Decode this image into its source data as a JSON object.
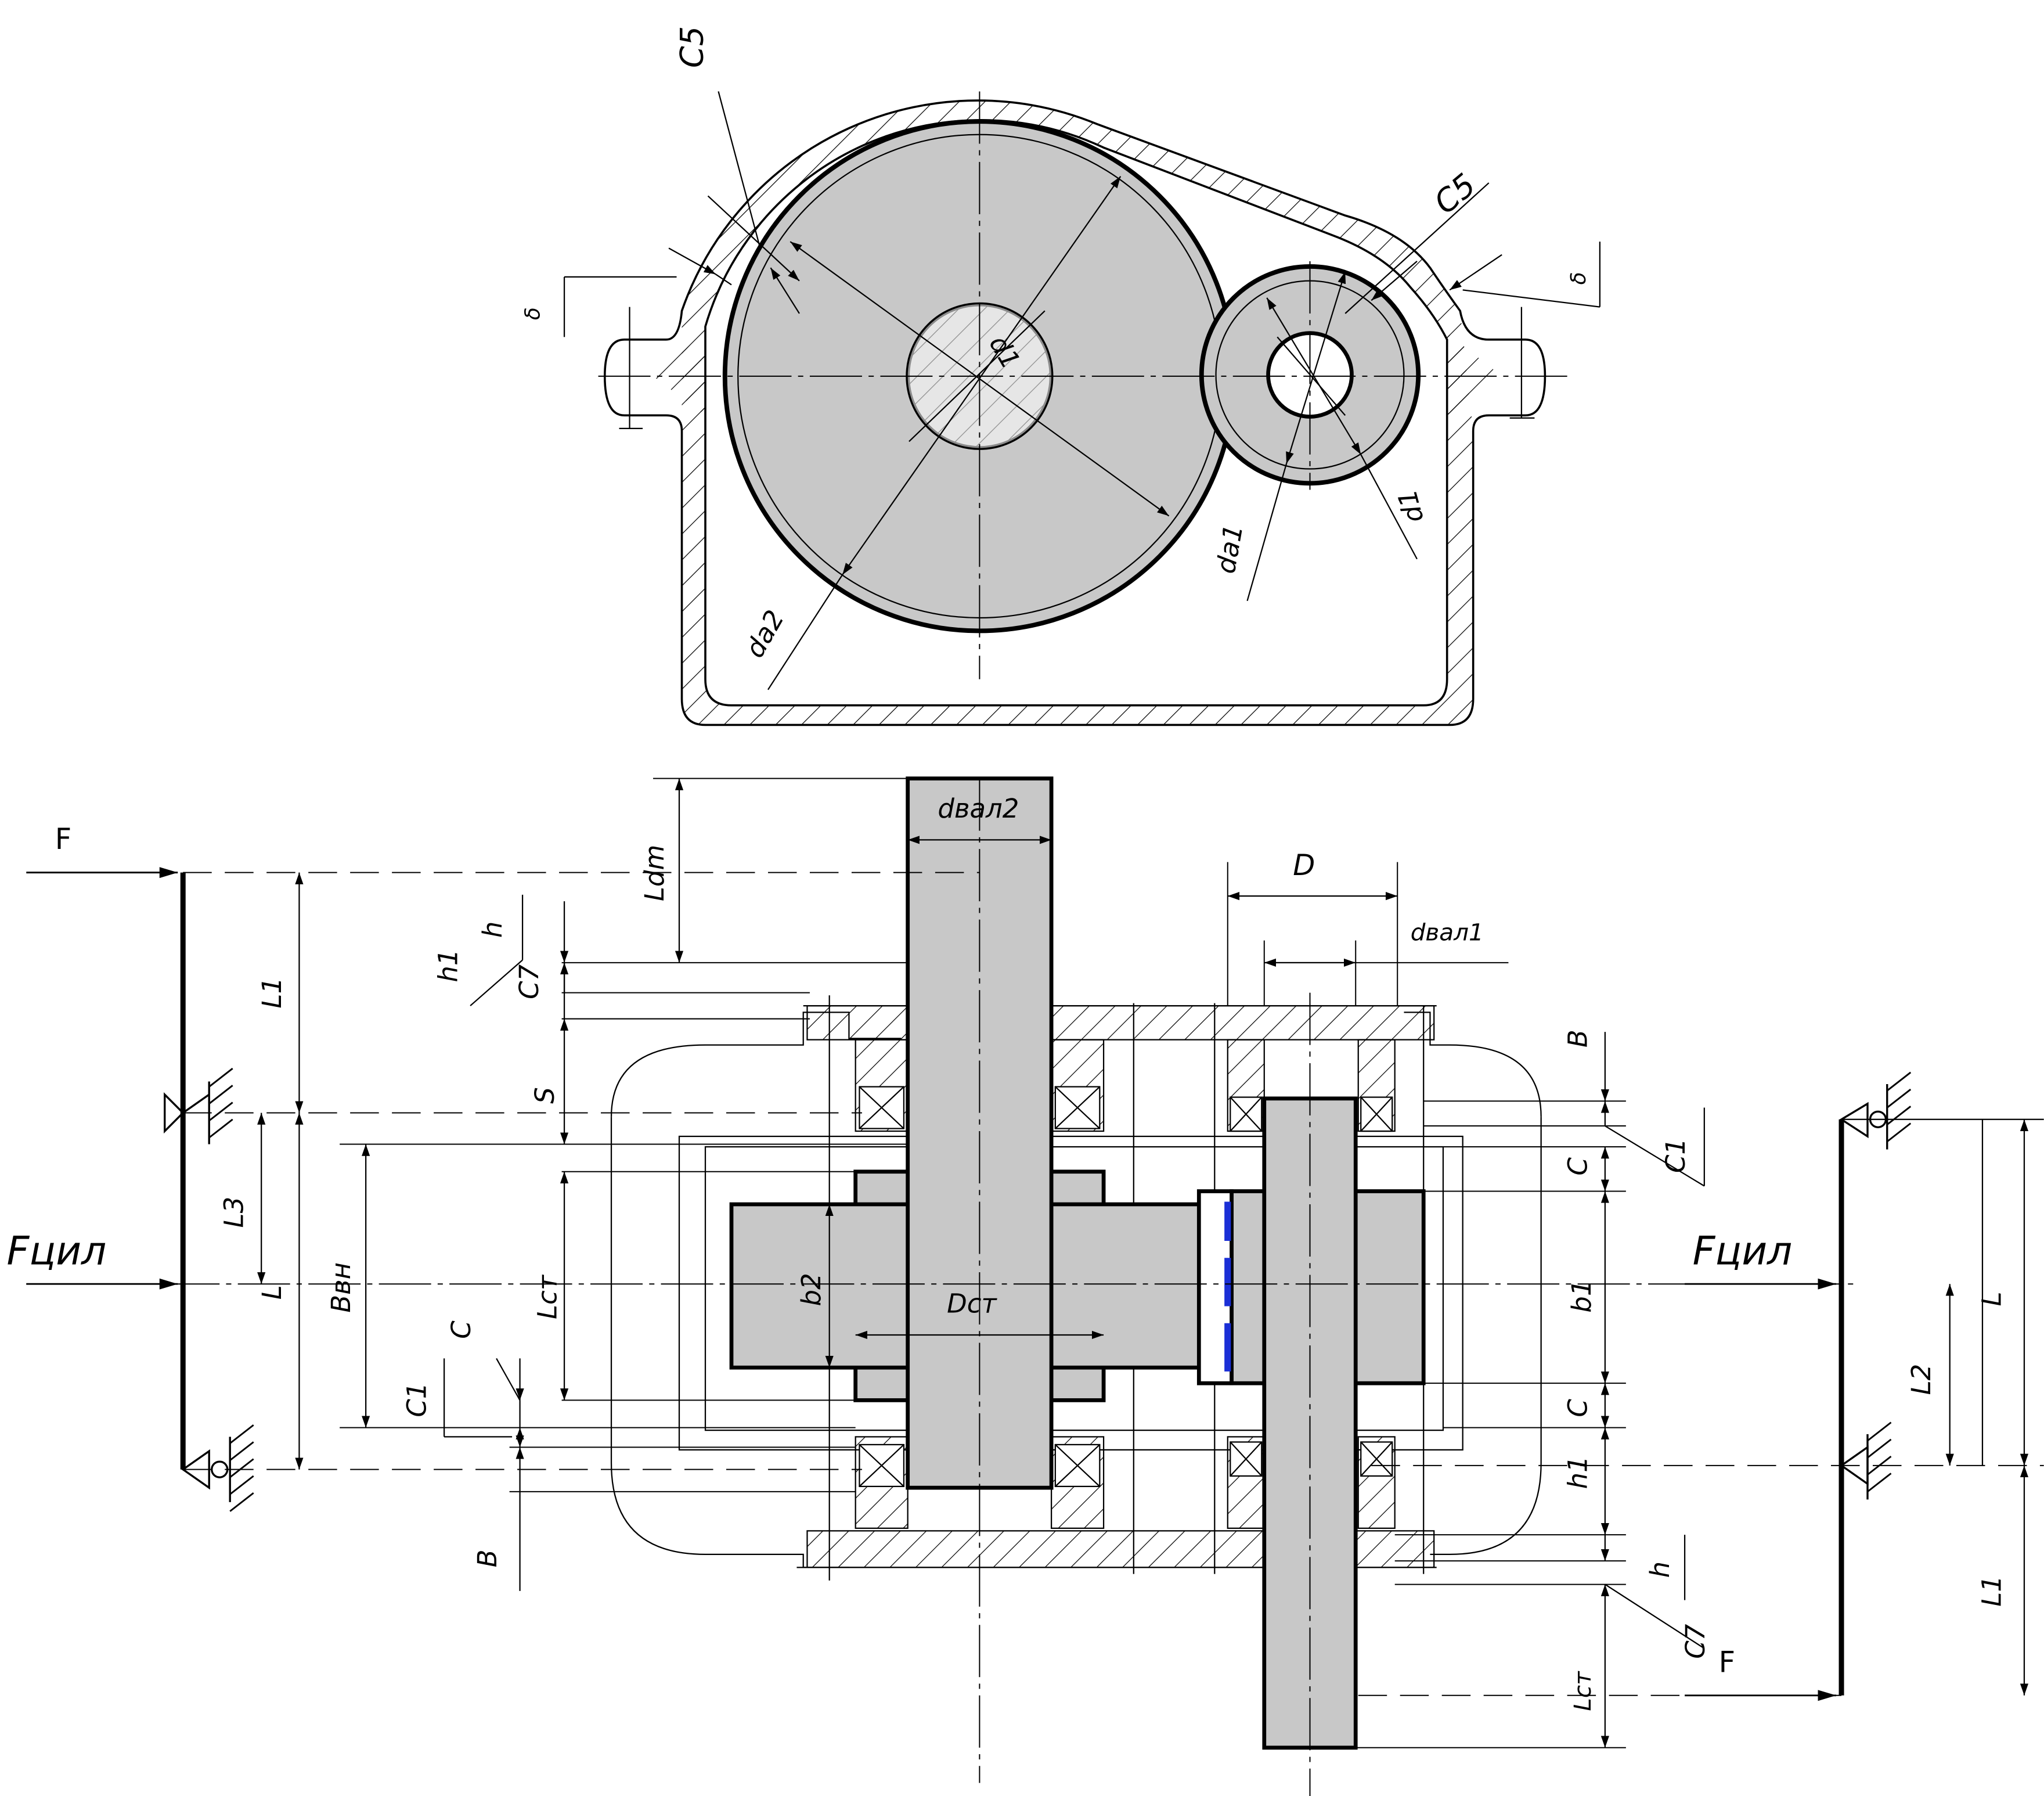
{
  "labels": {
    "c5_left": "C5",
    "c5_right": "C5",
    "delta_left": "δ",
    "delta_right": "δ",
    "d1": "d1",
    "d1_mirrored": "d1",
    "da1": "da1",
    "da2": "da2",
    "dval2": "dвал2",
    "dval1": "dвал1",
    "D": "D",
    "Dst": "Dст",
    "b2": "b2",
    "b1": "b1",
    "Ldm": "Ldm",
    "Lst_left": "Lст",
    "Lst_right": "Lст",
    "h_left": "h",
    "h1_left": "h1",
    "C7_left": "C7",
    "S": "S",
    "L1_left": "L1",
    "L3": "L3",
    "L_left": "L",
    "Bvn": "Bвн",
    "C_left": "C",
    "C1_left": "C1",
    "B_left": "B",
    "B_right": "B",
    "C1_right": "C1",
    "C_right_top": "C",
    "C_right_bottom": "C",
    "h1_right": "h1",
    "h_right": "h",
    "C7_right": "C7",
    "F_left": "F",
    "F_right": "F",
    "Fcyl_left": "Fцил",
    "Fcyl_right": "Fцил",
    "L_right": "L",
    "L2": "L2",
    "L1_right": "L1"
  },
  "colors": {
    "line": "#000000",
    "fill_gear": "#c8c8c8",
    "key_blue": "#1a2fd6"
  }
}
